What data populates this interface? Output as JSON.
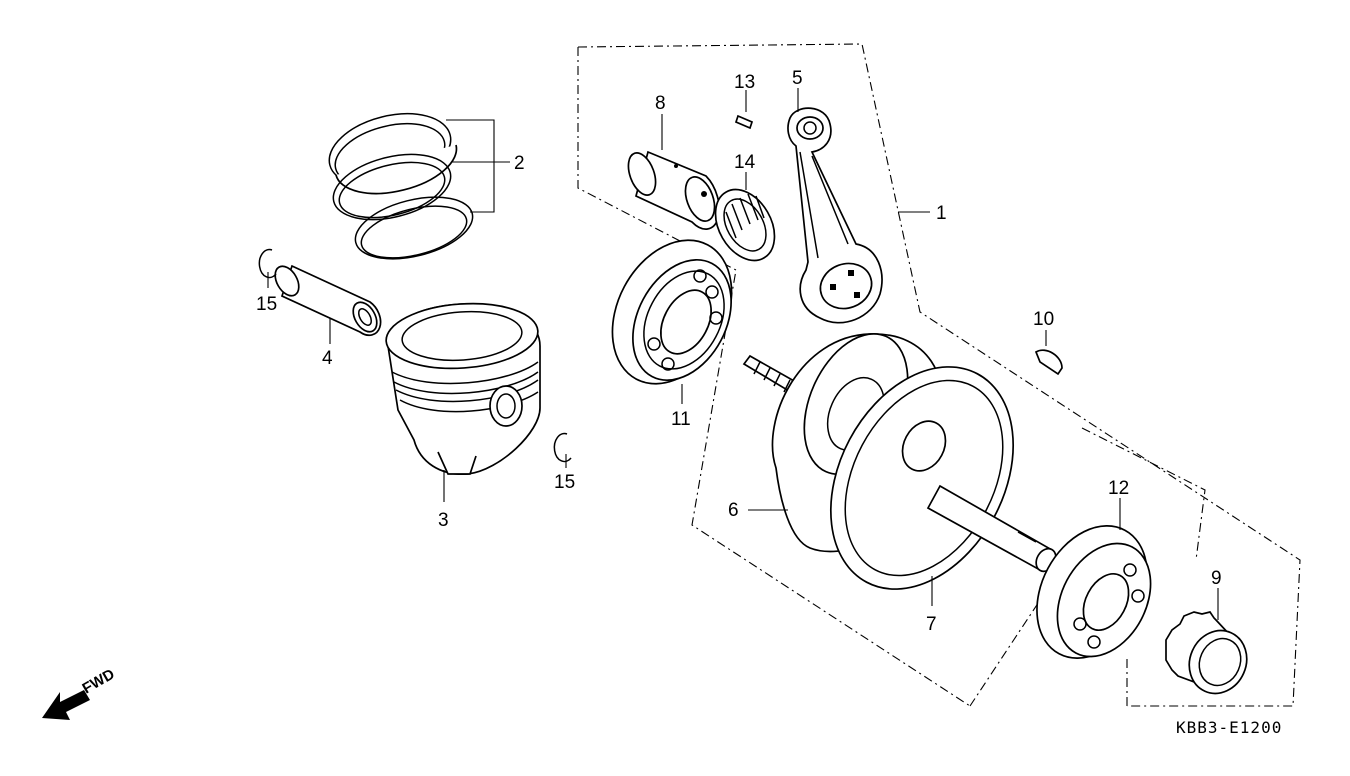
{
  "diagram": {
    "part_numbers": [
      "1",
      "2",
      "3",
      "4",
      "5",
      "6",
      "7",
      "8",
      "9",
      "10",
      "11",
      "12",
      "13",
      "14",
      "15",
      "15"
    ],
    "direction_label": "FWD",
    "drawing_code": "KBB3-E1200"
  }
}
